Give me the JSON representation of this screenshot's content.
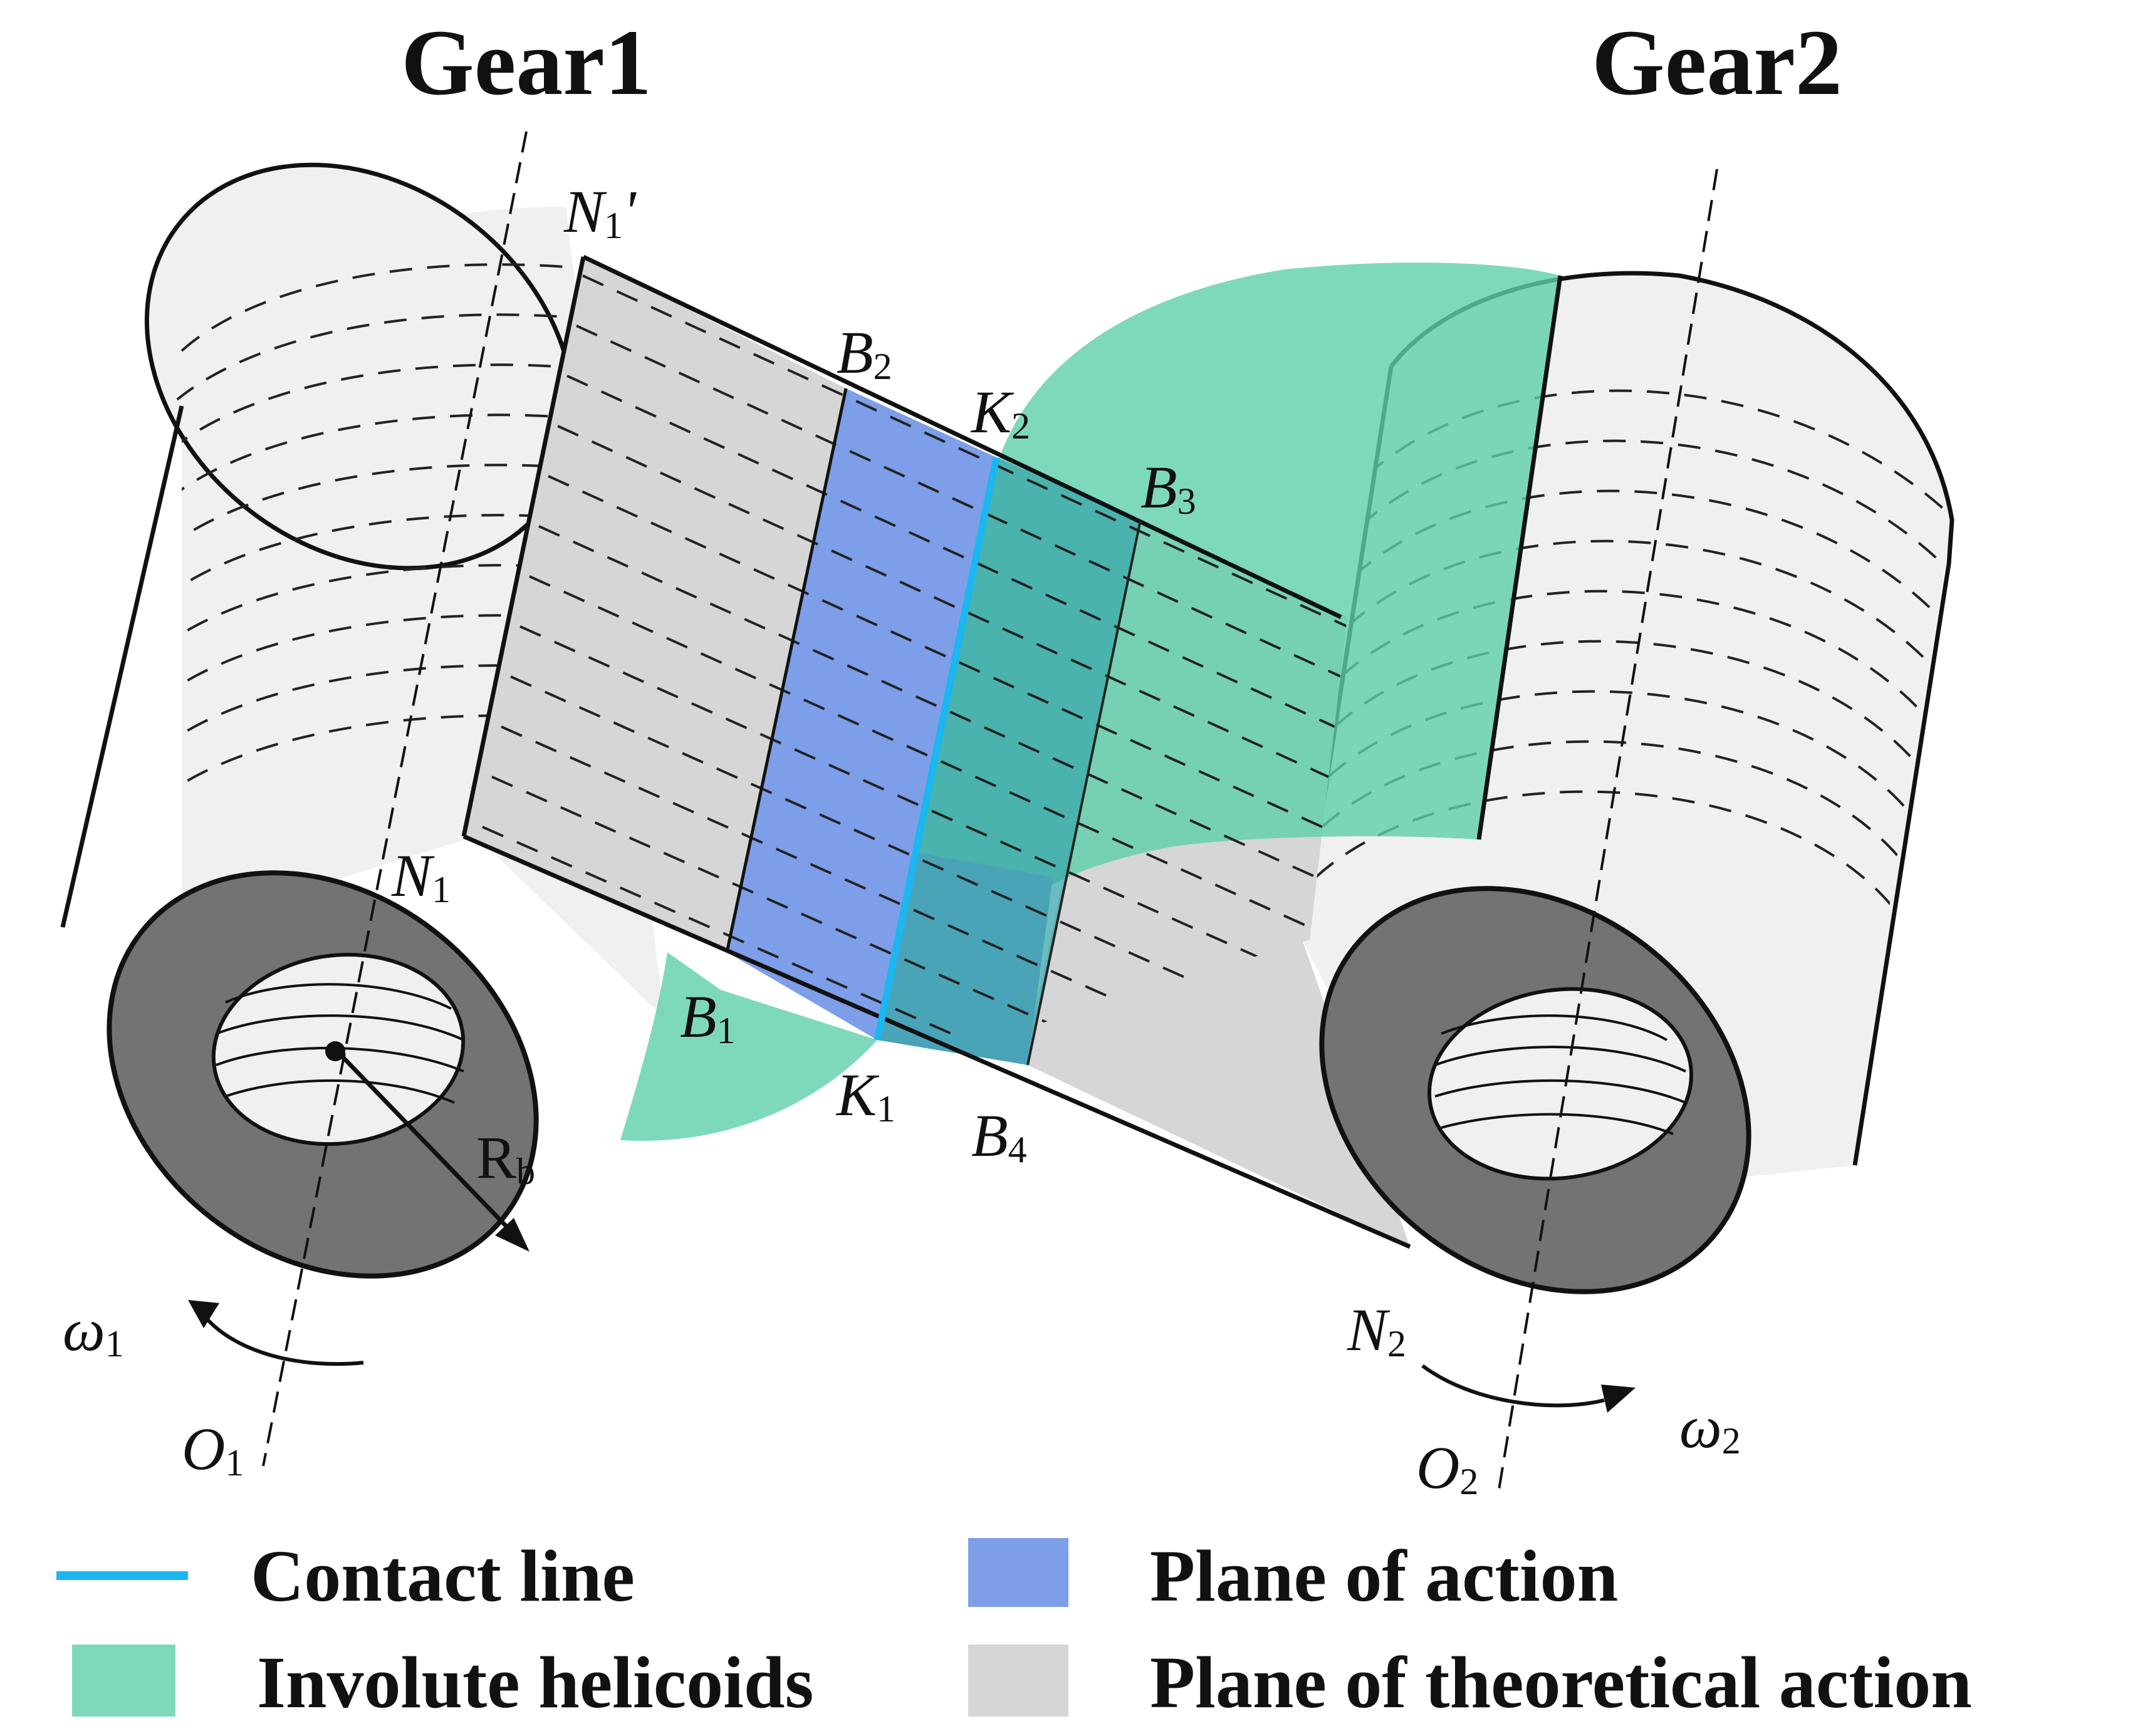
{
  "titles": {
    "gear1": "Gear1",
    "gear2": "Gear2"
  },
  "points": {
    "N1p": {
      "main": "N",
      "sub": "1",
      "suffix": "'"
    },
    "N1": {
      "main": "N",
      "sub": "1"
    },
    "N2": {
      "main": "N",
      "sub": "2"
    },
    "B1": {
      "main": "B",
      "sub": "1"
    },
    "B2": {
      "main": "B",
      "sub": "2"
    },
    "B3": {
      "main": "B",
      "sub": "3"
    },
    "B4": {
      "main": "B",
      "sub": "4"
    },
    "K1": {
      "main": "K",
      "sub": "1"
    },
    "K2": {
      "main": "K",
      "sub": "2"
    },
    "O1": {
      "main": "O",
      "sub": "1"
    },
    "O2": {
      "main": "O",
      "sub": "2"
    },
    "Rb": {
      "main": "R",
      "sub": "b"
    },
    "w1": {
      "main": "ω",
      "sub": "1"
    },
    "w2": {
      "main": "ω",
      "sub": "2"
    }
  },
  "legend": {
    "contact_line": "Contact line",
    "involute_helicoids": "Involute helicoids",
    "plane_of_action": "Plane of action",
    "plane_theoretical": "Plane of theoretical action"
  },
  "colors": {
    "contact_line": "#1ab7f0",
    "involute_helicoids": "#5ecfab",
    "plane_of_action": "#7d9ee8",
    "plane_theoretical": "#d6d6d6",
    "cylinder_face": "#737373",
    "cylinder_side": "#f0f0f0"
  }
}
